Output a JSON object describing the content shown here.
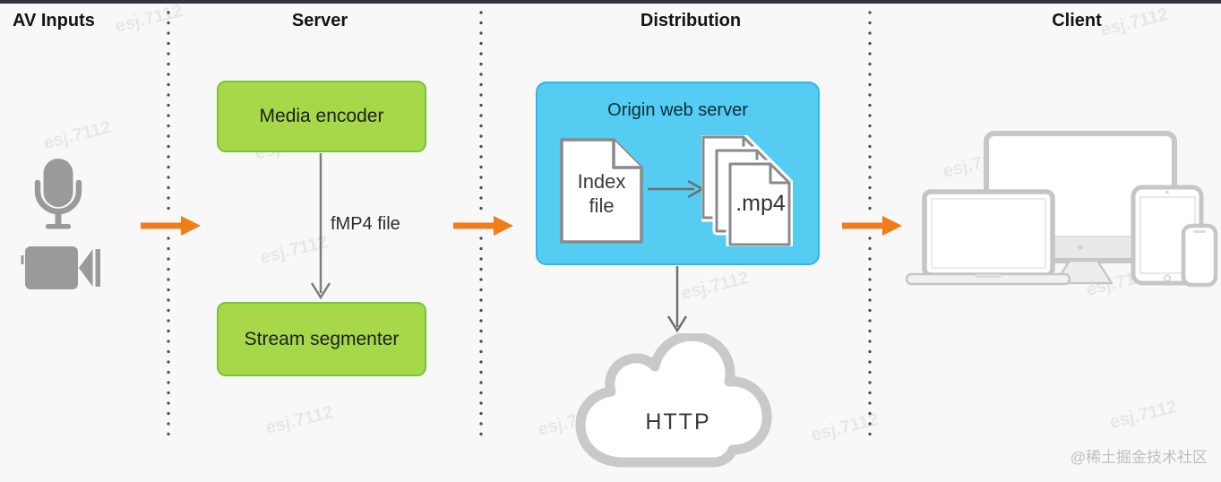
{
  "sections": {
    "av_inputs": {
      "label": "AV Inputs"
    },
    "server": {
      "label": "Server"
    },
    "distribution": {
      "label": "Distribution"
    },
    "client": {
      "label": "Client"
    }
  },
  "server_flow": {
    "encoder_label": "Media encoder",
    "file_label": "fMP4 file",
    "segmenter_label": "Stream segmenter"
  },
  "distribution_flow": {
    "origin_server_title": "Origin web server",
    "index_file_line1": "Index",
    "index_file_line2": "file",
    "segment_file_label": ".mp4",
    "cloud_label": "HTTP"
  },
  "icons": {
    "av_inputs": [
      "microphone-icon",
      "video-camera-icon"
    ],
    "flow": "orange-arrow-icon",
    "distribution": [
      "index-file-icon",
      "mp4-file-stack-icon",
      "cloud-icon"
    ],
    "client_devices": [
      "desktop-monitor-icon",
      "laptop-icon",
      "tablet-icon",
      "smartphone-icon"
    ]
  },
  "colors": {
    "background": "#f8f8f8",
    "top_bar": "#343141",
    "process_box_fill": "#a6d84a",
    "process_box_border": "#7ac43a",
    "origin_box_fill": "#55cdf2",
    "origin_box_border": "#2bb8e6",
    "flow_arrow_orange": "#ef7d1a",
    "connector_gray": "#7d7d7d",
    "device_gray": "#c6c6c6",
    "av_icon_gray": "#9a9a9a",
    "cloud_gray": "#c9c9c9"
  },
  "watermarks": {
    "tile_text": "esj.7112",
    "brand_text": "@稀土掘金技术社区"
  }
}
